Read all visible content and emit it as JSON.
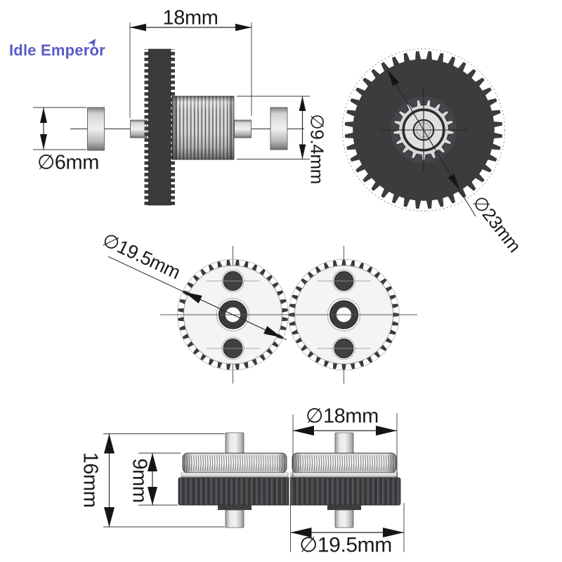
{
  "watermark": {
    "text": "Idle Emperor",
    "arrow_icon": "➤",
    "color": "#5a5ac6"
  },
  "labels": {
    "dim_18": "18mm",
    "dim_6": "∅6mm",
    "dim_9_4": "∅9.4mm",
    "dim_23": "∅23mm",
    "dim_19_5_mesh": "∅19.5mm",
    "dim_18_stack": "∅18mm",
    "dim_19_5_stack": "∅19.5mm",
    "dim_16": "16mm",
    "dim_9": "9mm"
  },
  "colors": {
    "dark_part": "#3b3b3e",
    "light_part": "#d8d8da",
    "gear_body": "#f4f4f6",
    "line": "#2c2c2e"
  },
  "gears": {
    "large_gear_teeth": 40,
    "large_gear_pinion_teeth": 17,
    "mesh_gear_teeth": 36
  }
}
